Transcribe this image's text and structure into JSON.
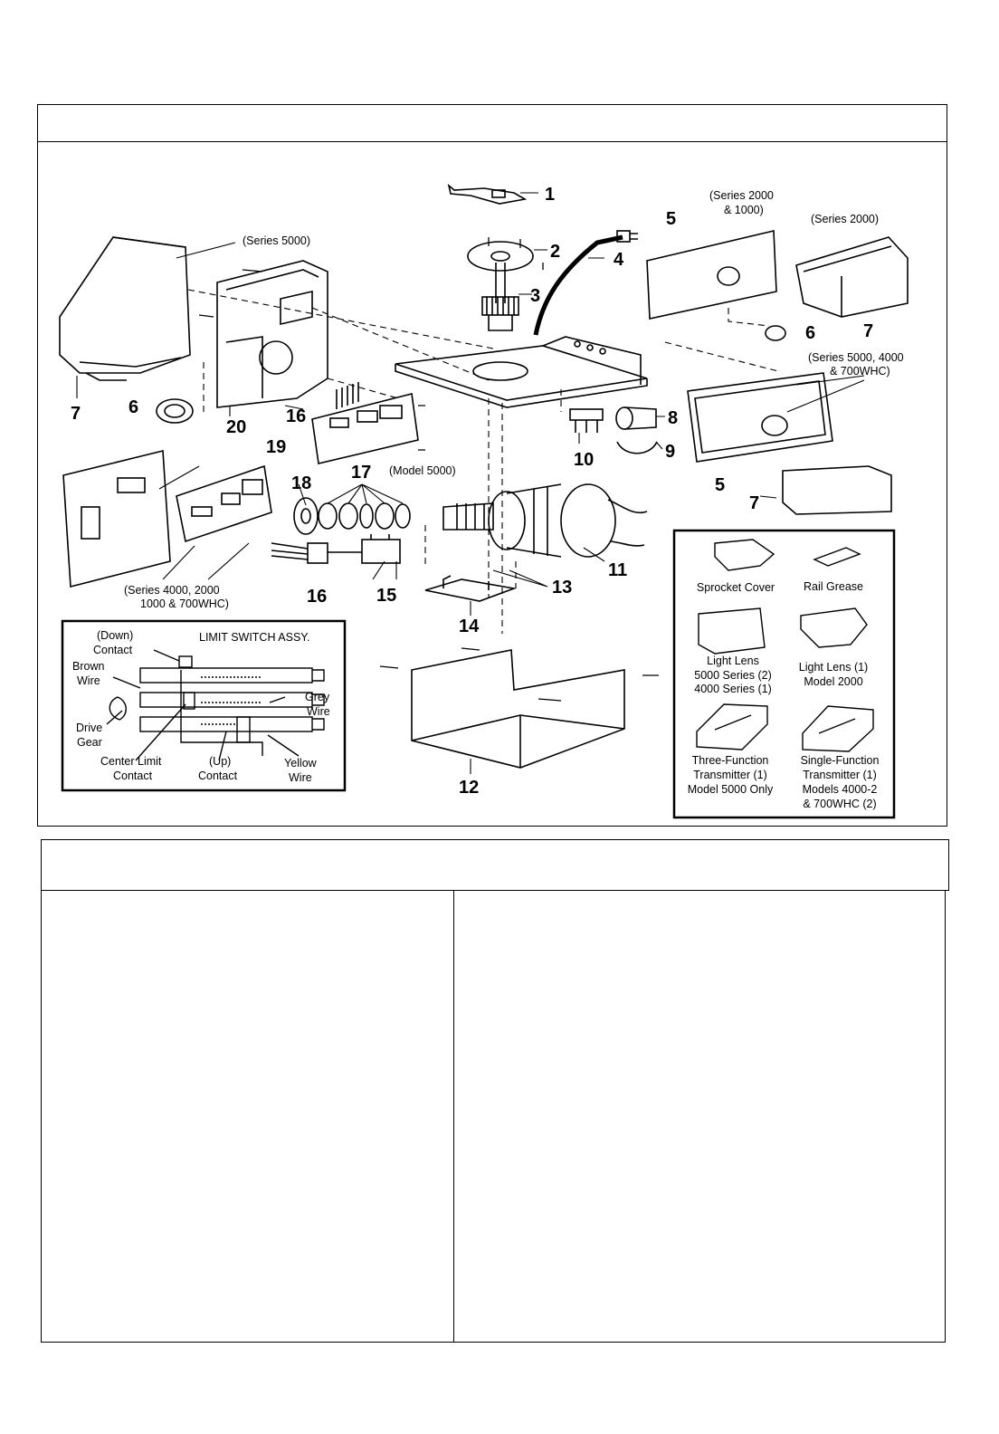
{
  "callouts": {
    "n1": "1",
    "n2": "2",
    "n3": "3",
    "n4": "4",
    "n5a": "5",
    "n5b": "5",
    "n6a": "6",
    "n6b": "6",
    "n7a": "7",
    "n7b": "7",
    "n7c": "7",
    "n8": "8",
    "n9": "9",
    "n10": "10",
    "n11": "11",
    "n12": "12",
    "n13": "13",
    "n14": "14",
    "n15": "15",
    "n16a": "16",
    "n16b": "16",
    "n17": "17",
    "n18": "18",
    "n19": "19",
    "n20": "20"
  },
  "labels": {
    "series_5000": "(Series 5000)",
    "series_2000_1000_l1": "(Series 2000",
    "series_2000_1000_l2": "& 1000)",
    "series_2000": "(Series 2000)",
    "series_5000_4000_l1": "(Series 5000, 4000",
    "series_5000_4000_l2": "& 700WHC)",
    "model_5000": "(Model 5000)",
    "series_4000_l1": "(Series 4000, 2000",
    "series_4000_l2": "1000 & 700WHC)"
  },
  "limit_switch": {
    "title": "LIMIT SWITCH ASSY.",
    "down_l1": "(Down)",
    "down_l2": "Contact",
    "brown_l1": "Brown",
    "brown_l2": "Wire",
    "drive_l1": "Drive",
    "drive_l2": "Gear",
    "center_l1": "Center Limit",
    "center_l2": "Contact",
    "up_l1": "(Up)",
    "up_l2": "Contact",
    "grey_l1": "Grey",
    "grey_l2": "Wire",
    "yellow_l1": "Yellow",
    "yellow_l2": "Wire"
  },
  "accessories": {
    "sprocket_cover": "Sprocket Cover",
    "rail_grease": "Rail Grease",
    "light_lens_l1": "Light Lens",
    "light_lens_l2": "5000 Series (2)",
    "light_lens_l3": "4000 Series (1)",
    "light_lens2_l1": "Light Lens (1)",
    "light_lens2_l2": "Model 2000",
    "three_fn_l1": "Three-Function",
    "three_fn_l2": "Transmitter (1)",
    "three_fn_l3": "Model 5000 Only",
    "single_fn_l1": "Single-Function",
    "single_fn_l2": "Transmitter (1)",
    "single_fn_l3": "Models 4000-2",
    "single_fn_l4": "& 700WHC (2)"
  }
}
